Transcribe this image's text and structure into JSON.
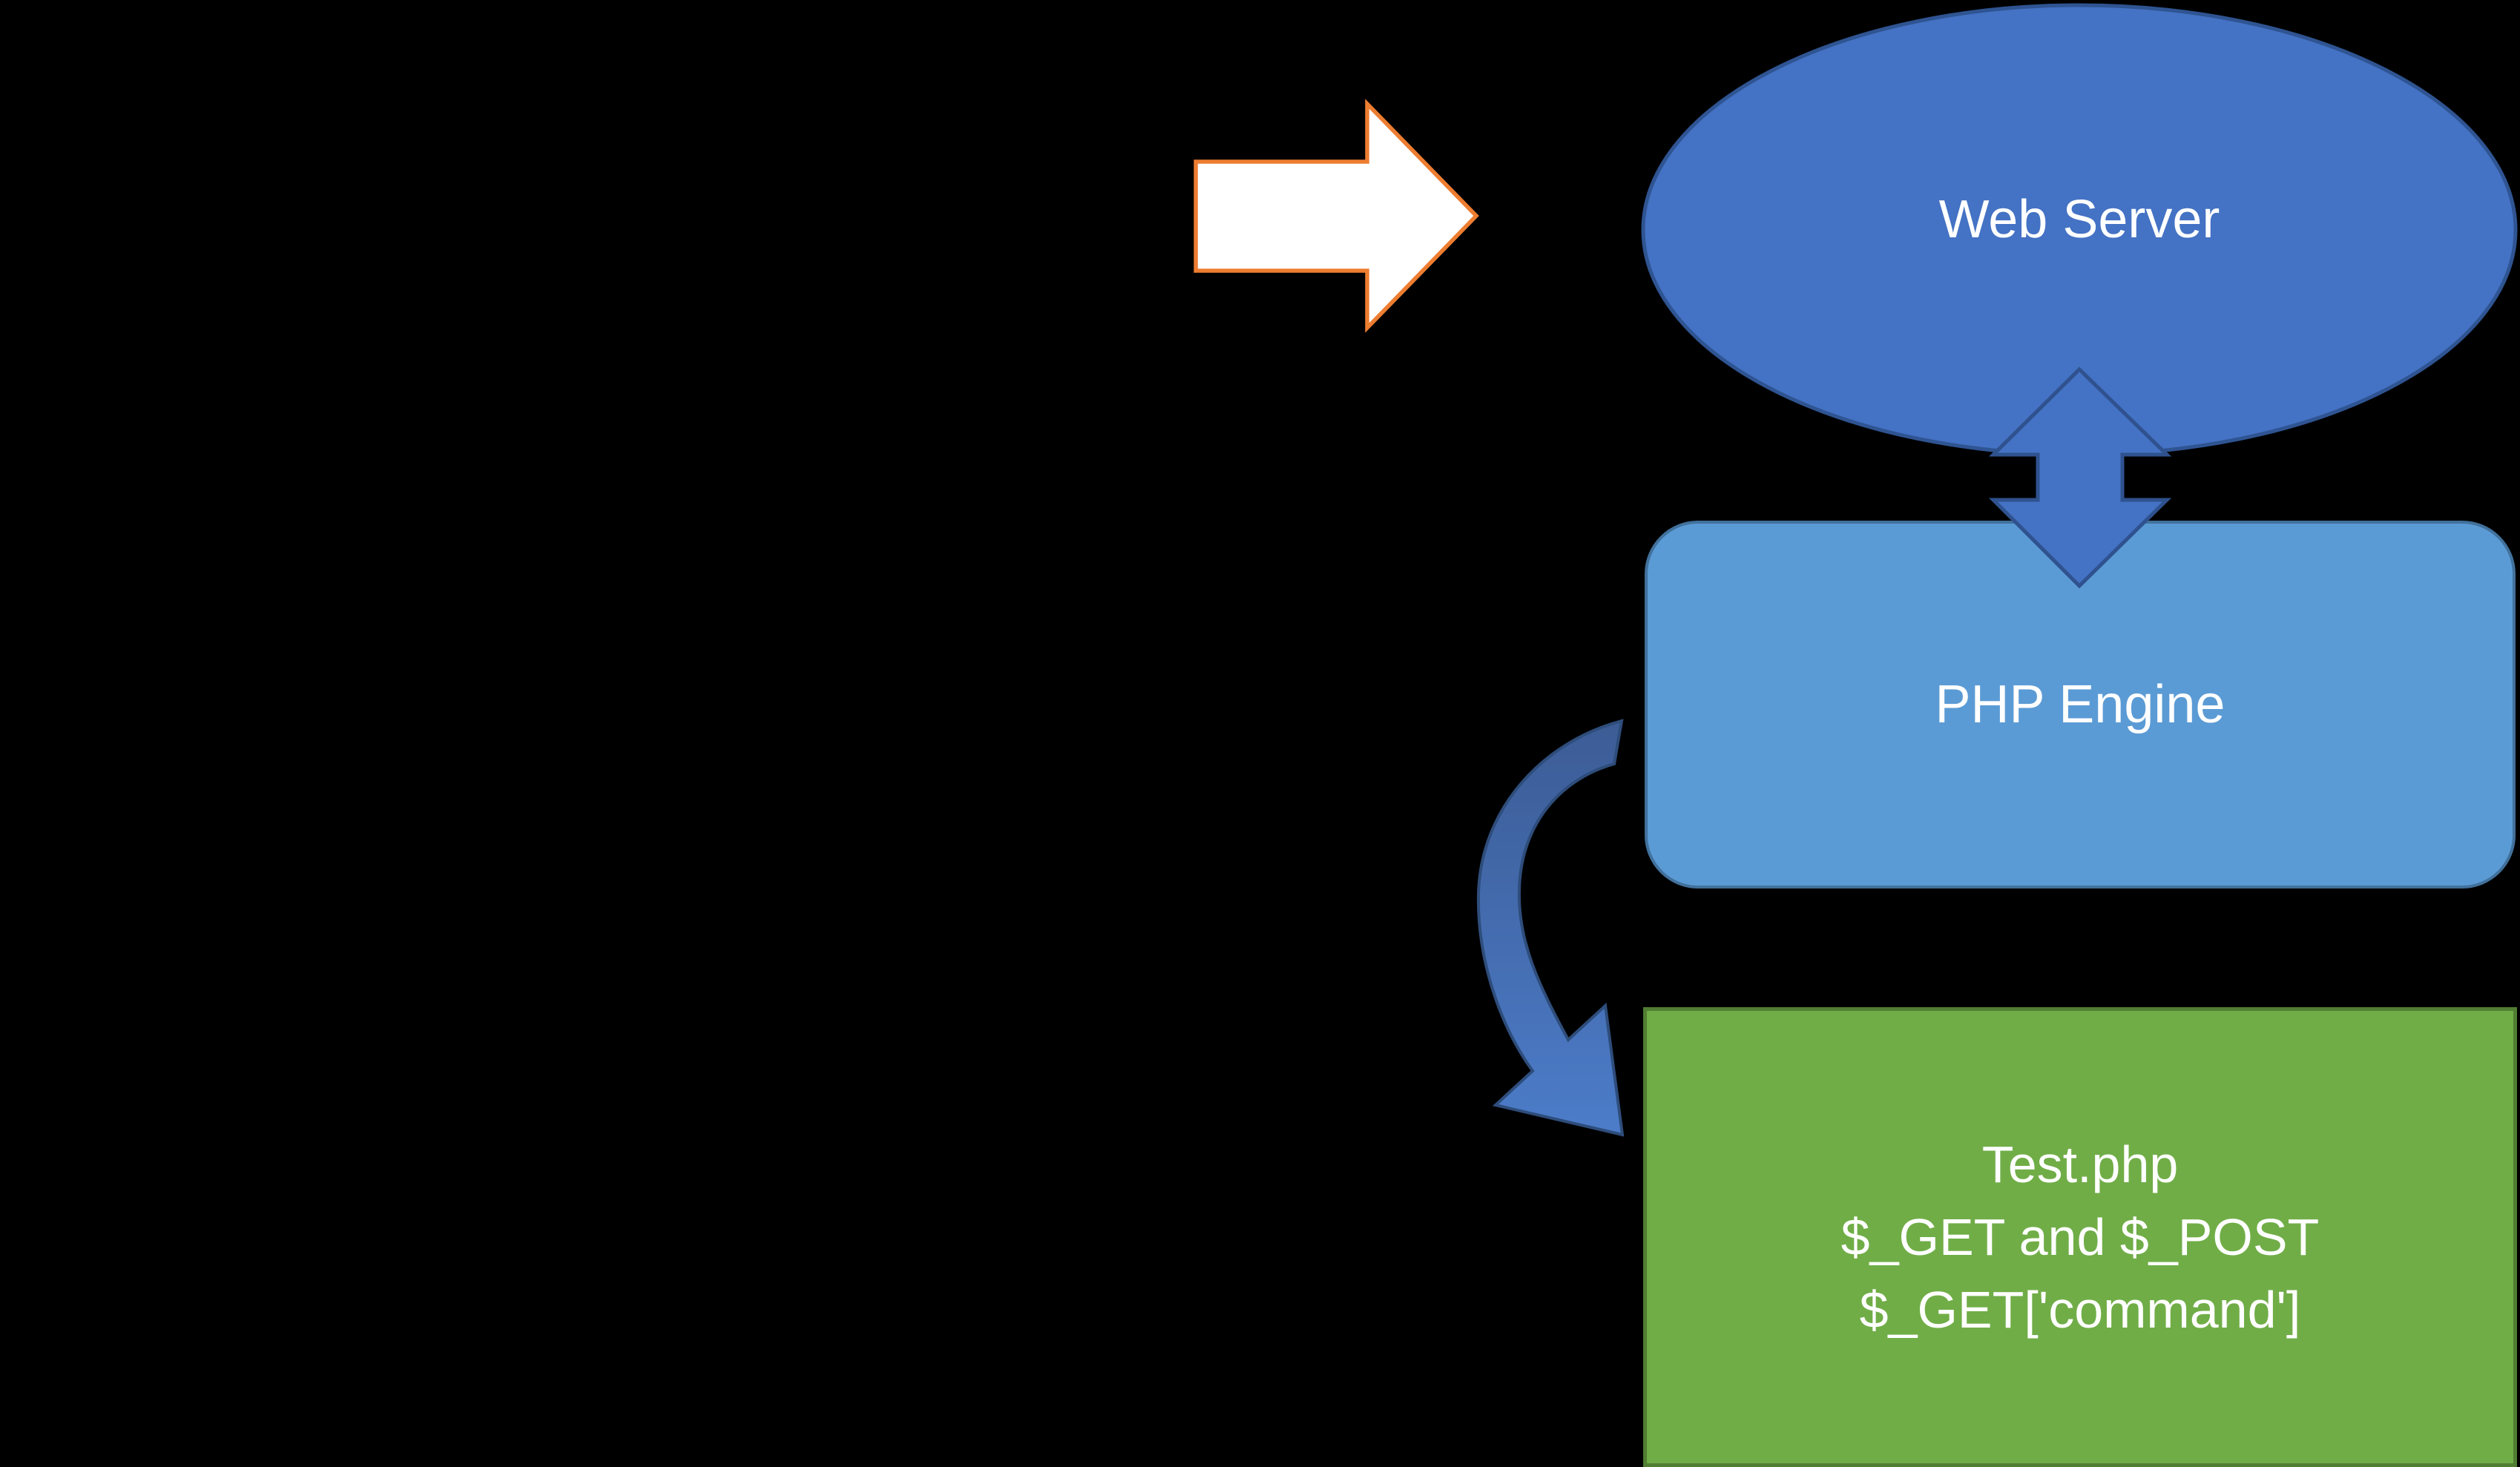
{
  "diagram": {
    "web_server": {
      "label": "Web Server"
    },
    "php_engine": {
      "label": "PHP Engine"
    },
    "test_script": {
      "line1": "Test.php",
      "line2": "$_GET and $_POST",
      "line3": "$_GET['command']"
    }
  },
  "icons": {
    "request_arrow": "right-arrow",
    "exchange_arrow": "up-down-arrow",
    "dispatch_arrow": "curved-right-down-arrow"
  },
  "colors": {
    "background": "#000000",
    "text": "#FFFFFF",
    "ellipse_fill": "#4472C4",
    "ellipse_stroke": "#2F5492",
    "php_box_fill": "#5B9BD5",
    "php_box_stroke": "#41719C",
    "green_box_fill": "#70AD47",
    "green_box_stroke": "#507E32",
    "white_arrow_fill": "#FFFFFF",
    "white_arrow_stroke": "#ED7D31",
    "double_arrow_fill": "#4472C4",
    "double_arrow_stroke": "#2F528F",
    "curved_arrow_top": "#3C5C95",
    "curved_arrow_bottom": "#4C7CC9",
    "curved_arrow_stroke": "#2E4D7B"
  }
}
